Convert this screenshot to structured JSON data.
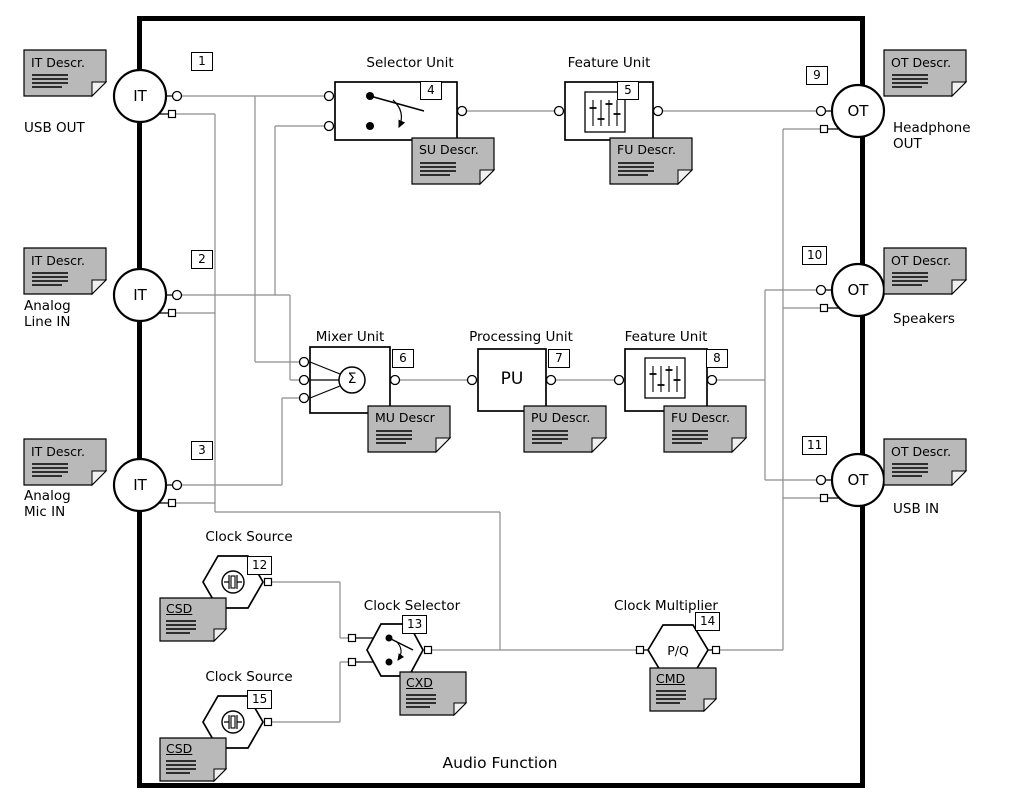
{
  "function": {
    "title": "Audio Function"
  },
  "terminals": {
    "inputs": [
      {
        "id": "1",
        "symbol": "IT",
        "note": "IT Descr.",
        "label": "USB OUT"
      },
      {
        "id": "2",
        "symbol": "IT",
        "note": "IT Descr.",
        "label": "Analog Line IN"
      },
      {
        "id": "3",
        "symbol": "IT",
        "note": "IT Descr.",
        "label": "Analog Mic IN"
      }
    ],
    "outputs": [
      {
        "id": "9",
        "symbol": "OT",
        "note": "OT Descr.",
        "label": "Headphone OUT"
      },
      {
        "id": "10",
        "symbol": "OT",
        "note": "OT Descr.",
        "label": "Speakers"
      },
      {
        "id": "11",
        "symbol": "OT",
        "note": "OT Descr.",
        "label": "USB IN"
      }
    ]
  },
  "units": {
    "selector": {
      "id": "4",
      "title": "Selector Unit",
      "note": "SU Descr."
    },
    "feature_top": {
      "id": "5",
      "title": "Feature Unit",
      "note": "FU Descr."
    },
    "mixer": {
      "id": "6",
      "title": "Mixer Unit",
      "note": "MU Descr",
      "symbol": "Σ"
    },
    "processing": {
      "id": "7",
      "title": "Processing Unit",
      "note": "PU Descr.",
      "symbol": "PU"
    },
    "feature_mid": {
      "id": "8",
      "title": "Feature Unit",
      "note": "FU Descr."
    },
    "clock_source_1": {
      "id": "12",
      "title": "Clock Source",
      "note": "CSD"
    },
    "clock_selector": {
      "id": "13",
      "title": "Clock Selector",
      "note": "CXD"
    },
    "clock_multiplier": {
      "id": "14",
      "title": "Clock Multiplier",
      "note": "CMD",
      "symbol": "P/Q"
    },
    "clock_source_2": {
      "id": "15",
      "title": "Clock Source",
      "note": "CSD"
    }
  }
}
